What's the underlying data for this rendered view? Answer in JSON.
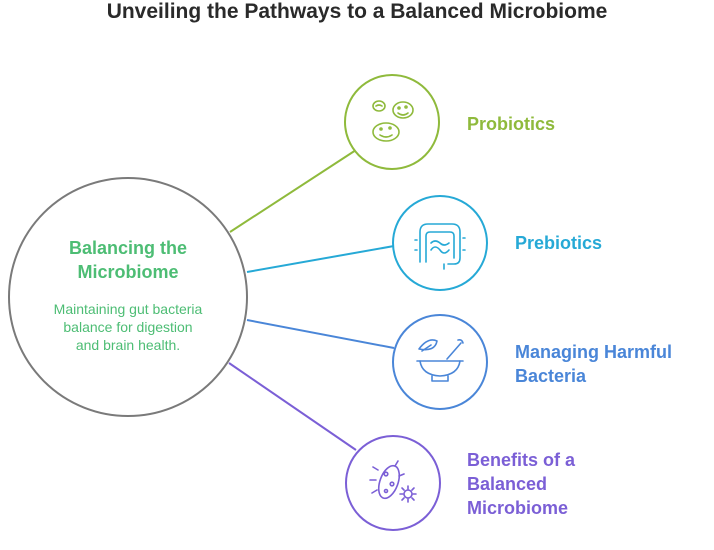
{
  "title": "Unveiling the Pathways to a Balanced Microbiome",
  "hub": {
    "title_line1": "Balancing the",
    "title_line2": "Microbiome",
    "desc_line1": "Maintaining gut bacteria",
    "desc_line2": "balance for digestion",
    "desc_line3": "and brain health.",
    "color": "#4dbd74"
  },
  "branches": [
    {
      "lines": [
        "Probiotics"
      ],
      "color": "#8fba3c",
      "icon": "bacteria-cells-icon"
    },
    {
      "lines": [
        "Prebiotics"
      ],
      "color": "#26a9d6",
      "icon": "intestine-icon"
    },
    {
      "lines": [
        "Managing Harmful",
        "Bacteria"
      ],
      "color": "#4a86d8",
      "icon": "mortar-pestle-icon"
    },
    {
      "lines": [
        "Benefits of a",
        "Balanced",
        "Microbiome"
      ],
      "color": "#7b5fd6",
      "icon": "microbe-gear-icon"
    }
  ],
  "colors": {
    "hub_stroke": "#7a7a7a",
    "title": "#2a2a2a"
  }
}
